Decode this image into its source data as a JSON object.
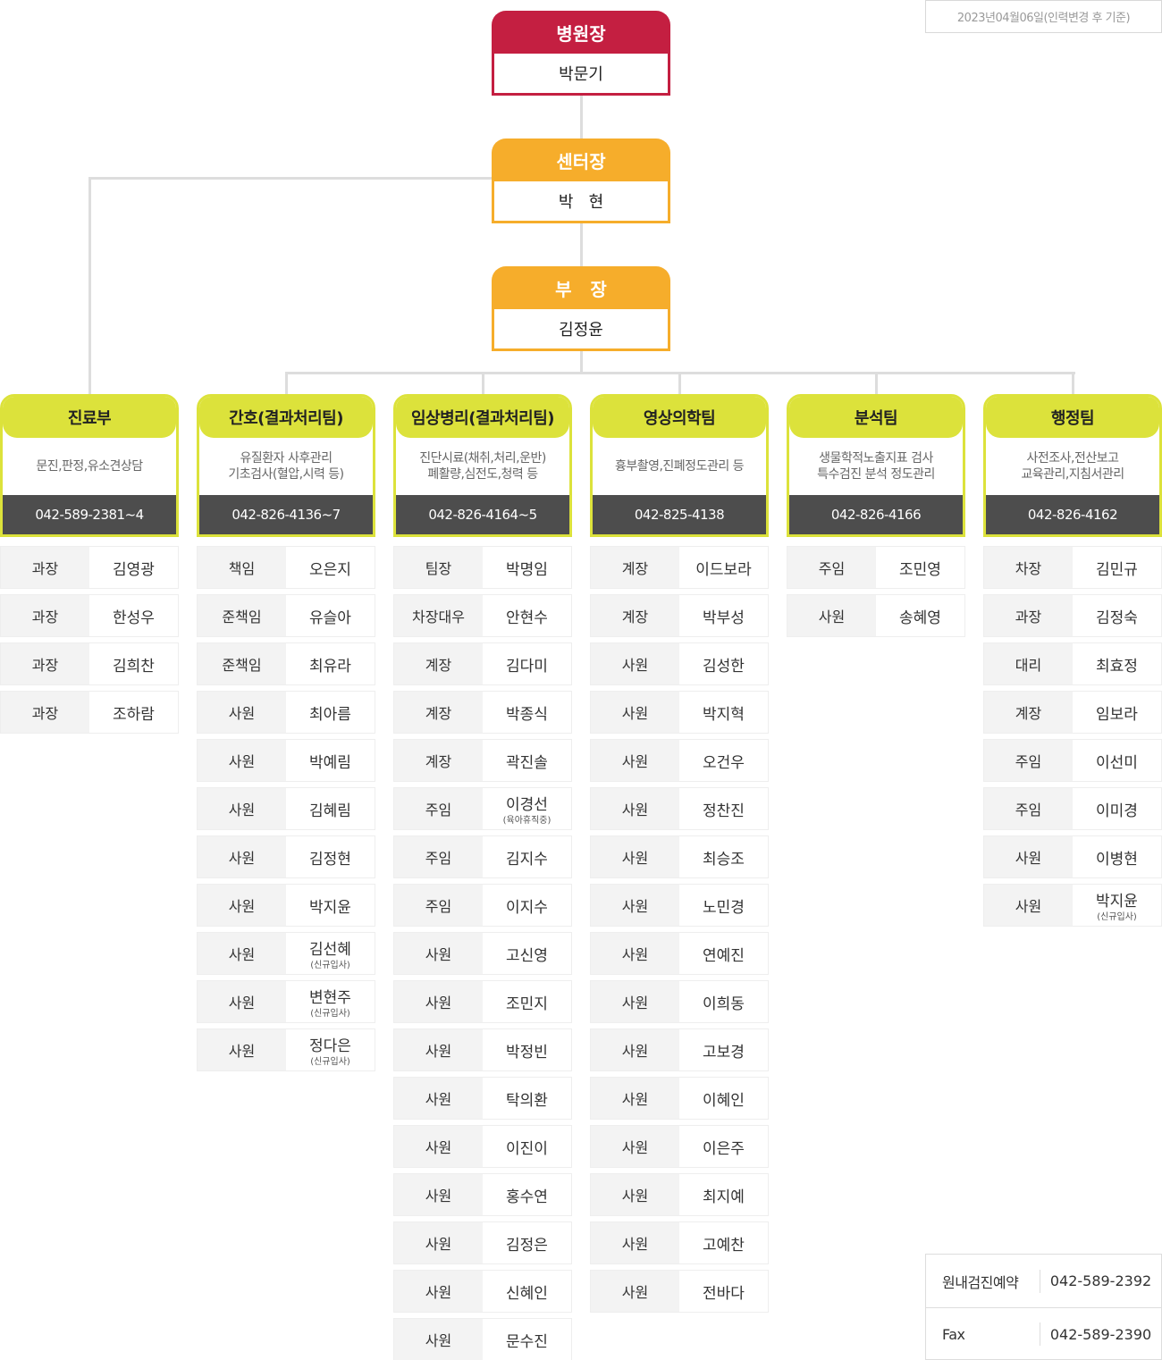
{
  "date_note": "2023년04월06일(인력변경 후 기준)",
  "director": {
    "title": "병원장",
    "name": "박문기"
  },
  "center_head": {
    "title": "센터장",
    "name": "박   현"
  },
  "general_manager": {
    "title": "부   장",
    "name": "김정윤"
  },
  "departments": [
    {
      "name": "진료부",
      "desc": [
        "문진,판정,유소견상담"
      ],
      "phone": "042-589-2381~4",
      "staff": [
        {
          "pos": "과장",
          "name": "김영광"
        },
        {
          "pos": "과장",
          "name": "한성우"
        },
        {
          "pos": "과장",
          "name": "김희찬"
        },
        {
          "pos": "과장",
          "name": "조하람"
        }
      ]
    },
    {
      "name": "간호(결과처리팀)",
      "desc": [
        "유질환자 사후관리",
        "기초검사(혈압,시력 등)"
      ],
      "phone": "042-826-4136~7",
      "staff": [
        {
          "pos": "책임",
          "name": "오은지"
        },
        {
          "pos": "준책임",
          "name": "유슬아"
        },
        {
          "pos": "준책임",
          "name": "최유라"
        },
        {
          "pos": "사원",
          "name": "최아름"
        },
        {
          "pos": "사원",
          "name": "박예림"
        },
        {
          "pos": "사원",
          "name": "김혜림"
        },
        {
          "pos": "사원",
          "name": "김정현"
        },
        {
          "pos": "사원",
          "name": "박지윤"
        },
        {
          "pos": "사원",
          "name": "김선혜",
          "note": "(신규입사)"
        },
        {
          "pos": "사원",
          "name": "변현주",
          "note": "(신규입사)"
        },
        {
          "pos": "사원",
          "name": "정다은",
          "note": "(신규입사)"
        }
      ]
    },
    {
      "name": "임상병리(결과처리팀)",
      "desc": [
        "진단시료(채취,처리,운반)",
        "폐활량,심전도,청력 등"
      ],
      "phone": "042-826-4164~5",
      "staff": [
        {
          "pos": "팀장",
          "name": "박명임"
        },
        {
          "pos": "차장대우",
          "name": "안현수"
        },
        {
          "pos": "계장",
          "name": "김다미"
        },
        {
          "pos": "계장",
          "name": "박종식"
        },
        {
          "pos": "계장",
          "name": "곽진솔"
        },
        {
          "pos": "주임",
          "name": "이경선",
          "note": "(육아휴직중)"
        },
        {
          "pos": "주임",
          "name": "김지수"
        },
        {
          "pos": "주임",
          "name": "이지수"
        },
        {
          "pos": "사원",
          "name": "고신영"
        },
        {
          "pos": "사원",
          "name": "조민지"
        },
        {
          "pos": "사원",
          "name": "박정빈"
        },
        {
          "pos": "사원",
          "name": "탁의환"
        },
        {
          "pos": "사원",
          "name": "이진이"
        },
        {
          "pos": "사원",
          "name": "홍수연"
        },
        {
          "pos": "사원",
          "name": "김정은"
        },
        {
          "pos": "사원",
          "name": "신혜인"
        },
        {
          "pos": "사원",
          "name": "문수진"
        }
      ]
    },
    {
      "name": "영상의학팀",
      "desc": [
        "흉부촬영,진폐정도관리 등"
      ],
      "phone": "042-825-4138",
      "staff": [
        {
          "pos": "계장",
          "name": "이드보라"
        },
        {
          "pos": "계장",
          "name": "박부성"
        },
        {
          "pos": "사원",
          "name": "김성한"
        },
        {
          "pos": "사원",
          "name": "박지혁"
        },
        {
          "pos": "사원",
          "name": "오건우"
        },
        {
          "pos": "사원",
          "name": "정찬진"
        },
        {
          "pos": "사원",
          "name": "최승조"
        },
        {
          "pos": "사원",
          "name": "노민경"
        },
        {
          "pos": "사원",
          "name": "연예진"
        },
        {
          "pos": "사원",
          "name": "이희동"
        },
        {
          "pos": "사원",
          "name": "고보경"
        },
        {
          "pos": "사원",
          "name": "이혜인"
        },
        {
          "pos": "사원",
          "name": "이은주"
        },
        {
          "pos": "사원",
          "name": "최지예"
        },
        {
          "pos": "사원",
          "name": "고예찬"
        },
        {
          "pos": "사원",
          "name": "전바다"
        }
      ]
    },
    {
      "name": "분석팀",
      "desc": [
        "생물학적노출지표 검사",
        "특수검진 분석 정도관리"
      ],
      "phone": "042-826-4166",
      "staff": [
        {
          "pos": "주임",
          "name": "조민영"
        },
        {
          "pos": "사원",
          "name": "송혜영"
        }
      ]
    },
    {
      "name": "행정팀",
      "desc": [
        "사전조사,전산보고",
        "교육관리,지침서관리"
      ],
      "phone": "042-826-4162",
      "staff": [
        {
          "pos": "차장",
          "name": "김민규"
        },
        {
          "pos": "과장",
          "name": "김정숙"
        },
        {
          "pos": "대리",
          "name": "최효정"
        },
        {
          "pos": "계장",
          "name": "임보라"
        },
        {
          "pos": "주임",
          "name": "이선미"
        },
        {
          "pos": "주임",
          "name": "이미경"
        },
        {
          "pos": "사원",
          "name": "이병현"
        },
        {
          "pos": "사원",
          "name": "박지윤",
          "note": "(신규입사)"
        }
      ]
    }
  ],
  "contact": {
    "reservation_label": "원내검진예약",
    "reservation_phone": "042-589-2392",
    "fax_label": "Fax",
    "fax_phone": "042-589-2390"
  }
}
